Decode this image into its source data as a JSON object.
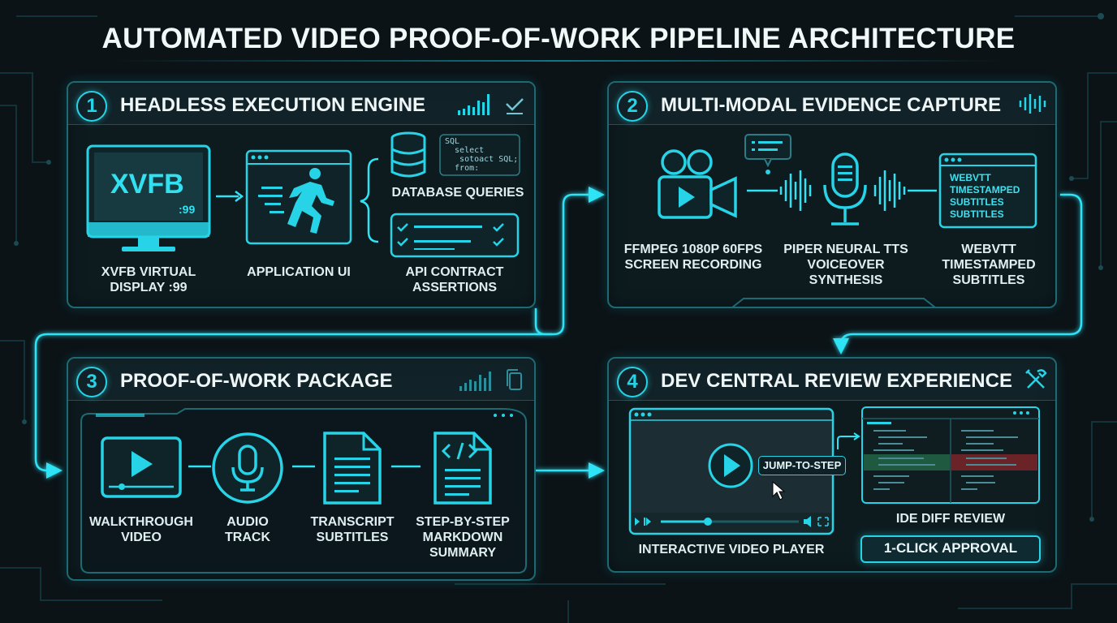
{
  "title": "AUTOMATED VIDEO PROOF-OF-WORK PIPELINE ARCHITECTURE",
  "accent_color": "#27d3e6",
  "panels": [
    {
      "number": "1",
      "title": "HEADLESS EXECUTION ENGINE",
      "header_icons": [
        "bar-chart-icon",
        "check-icon"
      ],
      "monitor_text": "XVFB",
      "monitor_sub": ":99",
      "code_snippet": "SQL\n  select\n   sotoact SQL;\n  from:",
      "captions": {
        "xvfb": "XVFB VIRTUAL DISPLAY :99",
        "app_ui": "APPLICATION UI",
        "db": "DATABASE QUERIES",
        "api": "API CONTRACT ASSERTIONS"
      }
    },
    {
      "number": "2",
      "title": "MULTI-MODAL EVIDENCE CAPTURE",
      "header_icons": [
        "waveform-icon"
      ],
      "vtt_lines": [
        "WEBVTT",
        "TIMESTAMPED",
        "SUBTITLES",
        "SUBTITLES"
      ],
      "captions": {
        "ffmpeg": "FFMPEG 1080P 60FPS SCREEN RECORDING",
        "piper": "PIPER NEURAL TTS VOICEOVER SYNTHESIS",
        "webvtt": "WEBVTT TIMESTAMPED SUBTITLES"
      }
    },
    {
      "number": "3",
      "title": "PROOF-OF-WORK PACKAGE",
      "header_icons": [
        "bar-chart-icon",
        "copy-icon"
      ],
      "captions": {
        "video": "WALKTHROUGH VIDEO",
        "audio": "AUDIO TRACK",
        "transcript": "TRANSCRIPT SUBTITLES",
        "summary": "STEP-BY-STEP MARKDOWN SUMMARY"
      }
    },
    {
      "number": "4",
      "title": "DEV CENTRAL REVIEW EXPERIENCE",
      "header_icons": [
        "tools-icon"
      ],
      "jump_label": "JUMP-TO-STEP",
      "captions": {
        "player": "INTERACTIVE VIDEO PLAYER",
        "diff": "IDE DIFF REVIEW"
      },
      "approve_label": "1-CLICK APPROVAL"
    }
  ]
}
